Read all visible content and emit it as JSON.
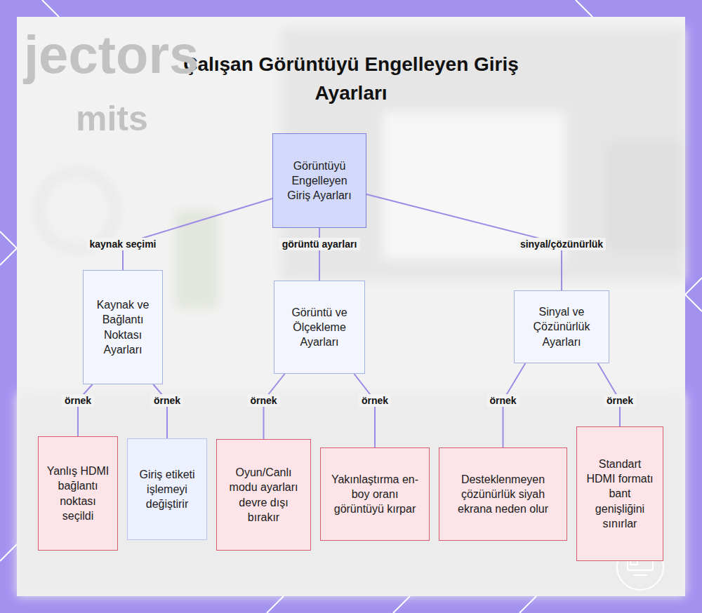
{
  "diagram": {
    "title": "Çalışan Görüntüyü Engelleyen Giriş Ayarları",
    "nodes": [
      {
        "text": [
          "Görüntüyü Engelleyen Giriş Ayarları"
        ]
      },
      {
        "text": [
          "Kaynak ve Bağlantı Noktası Ayarları"
        ]
      },
      {
        "text": [
          "Görüntü ve Ölçekleme Ayarları"
        ]
      },
      {
        "text": [
          "Sinyal ve Çözünürlük Ayarları"
        ]
      },
      {
        "text": [
          "Yanlış HDMI bağlantı noktası seçildi"
        ]
      },
      {
        "text": [
          "Giriş etiketi işlemeyi değiştirir"
        ]
      },
      {
        "text": [
          "Oyun/Canlı modu ayarları devre dışı bırakır"
        ]
      },
      {
        "text": [
          "Yakınlaştırma en-boy oranı görüntüyü kırpar"
        ]
      },
      {
        "text": [
          "Desteklenmeyen çözünürlük siyah ekrana neden olur"
        ]
      },
      {
        "text": [
          "Standart HDMI formatı bant genişliğini sınırlar"
        ]
      }
    ],
    "edges": [
      {
        "from": 0,
        "to": 1,
        "label": "kaynak seçimi",
        "arrow": "none"
      },
      {
        "from": 0,
        "to": 2,
        "label": "görüntü ayarları",
        "arrow": "none"
      },
      {
        "from": 0,
        "to": 3,
        "label": "sinyal/çözünürlük",
        "arrow": "none"
      },
      {
        "from": 1,
        "to": 4,
        "label": "örnek",
        "arrow": "none"
      },
      {
        "from": 1,
        "to": 5,
        "label": "örnek",
        "arrow": "none"
      },
      {
        "from": 2,
        "to": 6,
        "label": "örnek",
        "arrow": "none"
      },
      {
        "from": 2,
        "to": 7,
        "label": "örnek",
        "arrow": "none"
      },
      {
        "from": 3,
        "to": 8,
        "label": "örnek",
        "arrow": "none"
      },
      {
        "from": 3,
        "to": 9,
        "label": "örnek",
        "arrow": "none"
      }
    ],
    "labels": [
      "jectors",
      "mits"
    ]
  }
}
